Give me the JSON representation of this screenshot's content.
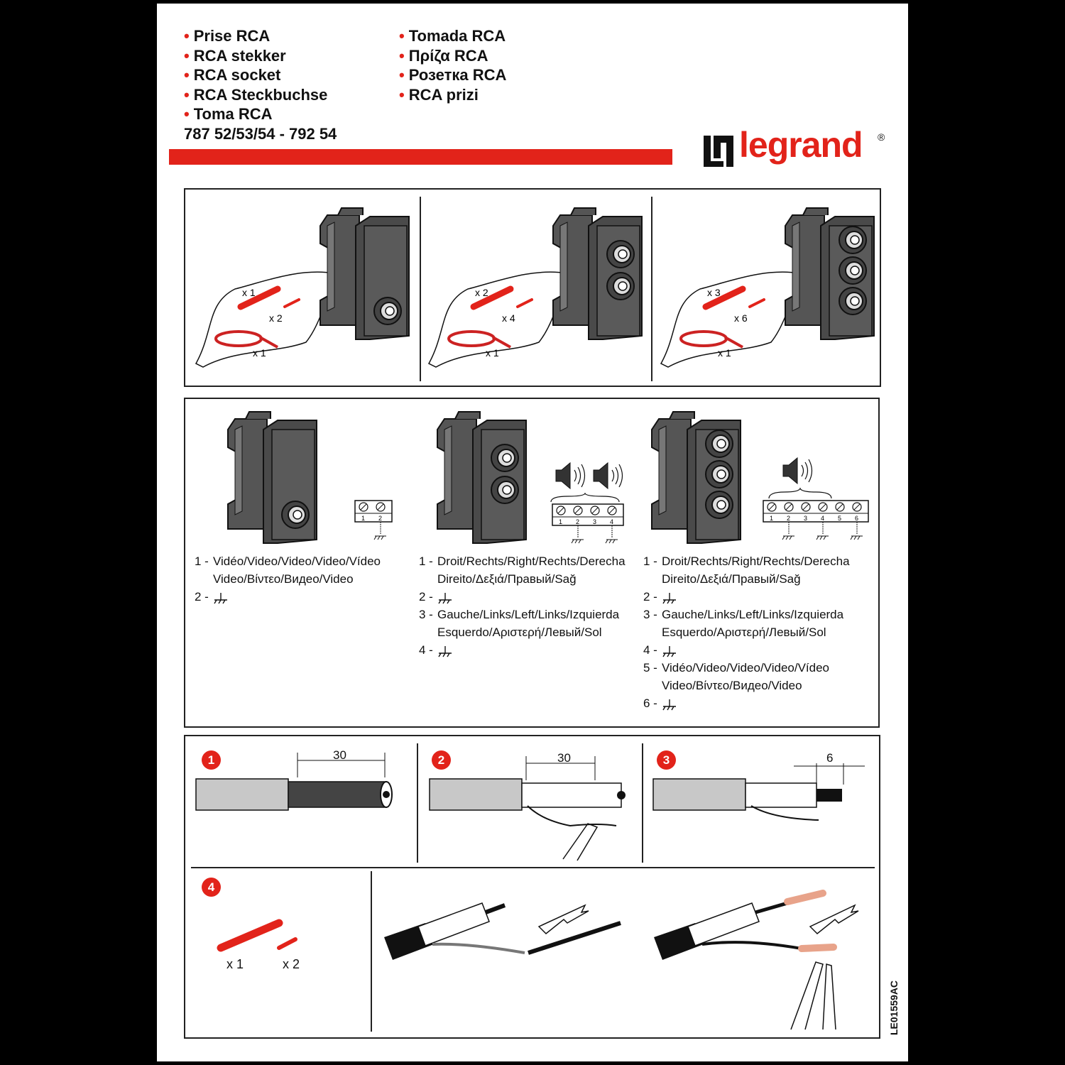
{
  "header": {
    "titles_left": [
      "Prise RCA",
      "RCA stekker",
      "RCA socket",
      "RCA Steckbuchse",
      "Toma RCA"
    ],
    "titles_right": [
      "Tomada RCA",
      "Πρίζα RCA",
      "Розетка RCA",
      "RCA prizi"
    ],
    "references": "787 52/53/54 - 792 54",
    "brand": "legrand",
    "brand_mark": "®",
    "colors": {
      "accent": "#e2231a",
      "text": "#111111",
      "frame": "#000000"
    }
  },
  "contents": {
    "kits": [
      {
        "sleeve_qty": "x 1",
        "pin_qty": "x 2",
        "tie_qty": "x 1",
        "jacks": 1
      },
      {
        "sleeve_qty": "x 2",
        "pin_qty": "x 4",
        "tie_qty": "x 1",
        "jacks": 2
      },
      {
        "sleeve_qty": "x 3",
        "pin_qty": "x 6",
        "tie_qty": "x 1",
        "jacks": 3
      }
    ]
  },
  "wiring": {
    "terminal_numbers": {
      "one": [
        "1",
        "2"
      ],
      "two": [
        "1",
        "2",
        "3",
        "4"
      ],
      "three": [
        "1",
        "2",
        "3",
        "4",
        "5",
        "6"
      ]
    },
    "legend_one": [
      {
        "num": "1 -",
        "text": "Vidéo/Video/Video/Video/Vídeo"
      },
      {
        "num": "",
        "text": "Video/Βίντεο/Видео/Video"
      },
      {
        "num": "2 -",
        "text": "ground-icon"
      }
    ],
    "legend_two": [
      {
        "num": "1 -",
        "text": "Droit/Rechts/Right/Rechts/Derecha"
      },
      {
        "num": "",
        "text": "Direito/Δεξιά/Правый/Sağ"
      },
      {
        "num": "2 -",
        "text": "ground-icon"
      },
      {
        "num": "3 -",
        "text": "Gauche/Links/Left/Links/Izquierda"
      },
      {
        "num": "",
        "text": "Esquerdo/Αριστερή/Левый/Sol"
      },
      {
        "num": "4 -",
        "text": "ground-icon"
      }
    ],
    "legend_three": [
      {
        "num": "1 -",
        "text": "Droit/Rechts/Right/Rechts/Derecha"
      },
      {
        "num": "",
        "text": "Direito/Δεξιά/Правый/Sağ"
      },
      {
        "num": "2 -",
        "text": "ground-icon"
      },
      {
        "num": "3 -",
        "text": "Gauche/Links/Left/Links/Izquierda"
      },
      {
        "num": "",
        "text": "Esquerdo/Αριστερή/Левый/Sol"
      },
      {
        "num": "4 -",
        "text": "ground-icon"
      },
      {
        "num": "5 -",
        "text": "Vidéo/Video/Video/Video/Vídeo"
      },
      {
        "num": "",
        "text": "Video/Βίντεο/Видео/Video"
      },
      {
        "num": "6 -",
        "text": "ground-icon"
      }
    ]
  },
  "steps": {
    "step1": {
      "badge": "1",
      "dimension": "30"
    },
    "step2": {
      "badge": "2",
      "dimension": "30"
    },
    "step3": {
      "badge": "3",
      "dimension": "6"
    },
    "step4": {
      "badge": "4",
      "sleeve_qty": "x 1",
      "pin_qty": "x 2"
    }
  },
  "document_code": "LE01559AC"
}
